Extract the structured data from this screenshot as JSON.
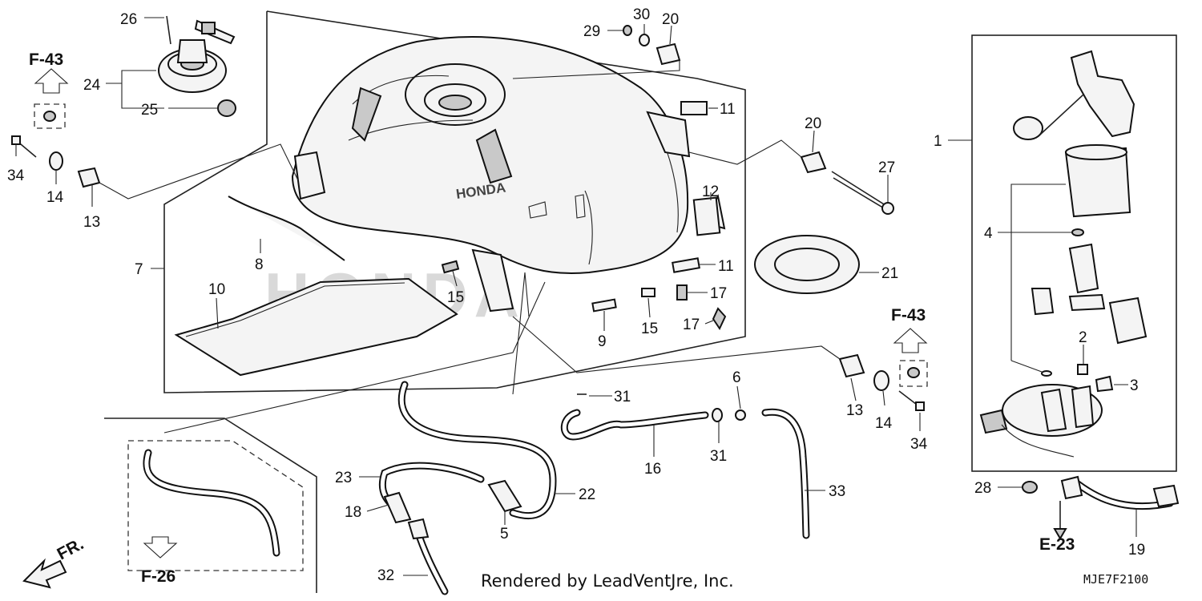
{
  "callouts": [
    {
      "id": "26",
      "text": "26"
    },
    {
      "id": "24",
      "text": "24"
    },
    {
      "id": "25",
      "text": "25"
    },
    {
      "id": "34a",
      "text": "34"
    },
    {
      "id": "14a",
      "text": "14"
    },
    {
      "id": "13a",
      "text": "13"
    },
    {
      "id": "7",
      "text": "7"
    },
    {
      "id": "8",
      "text": "8"
    },
    {
      "id": "10",
      "text": "10"
    },
    {
      "id": "15a",
      "text": "15"
    },
    {
      "id": "29",
      "text": "29"
    },
    {
      "id": "30",
      "text": "30"
    },
    {
      "id": "20a",
      "text": "20"
    },
    {
      "id": "11a",
      "text": "11"
    },
    {
      "id": "12",
      "text": "12"
    },
    {
      "id": "11b",
      "text": "11"
    },
    {
      "id": "17a",
      "text": "17"
    },
    {
      "id": "17b",
      "text": "17"
    },
    {
      "id": "9",
      "text": "9"
    },
    {
      "id": "15b",
      "text": "15"
    },
    {
      "id": "20b",
      "text": "20"
    },
    {
      "id": "27",
      "text": "27"
    },
    {
      "id": "21",
      "text": "21"
    },
    {
      "id": "1",
      "text": "1"
    },
    {
      "id": "4",
      "text": "4"
    },
    {
      "id": "2",
      "text": "2"
    },
    {
      "id": "3",
      "text": "3"
    },
    {
      "id": "28",
      "text": "28"
    },
    {
      "id": "19",
      "text": "19"
    },
    {
      "id": "6",
      "text": "6"
    },
    {
      "id": "13b",
      "text": "13"
    },
    {
      "id": "14b",
      "text": "14"
    },
    {
      "id": "34b",
      "text": "34"
    },
    {
      "id": "31a",
      "text": "31"
    },
    {
      "id": "31b",
      "text": "31"
    },
    {
      "id": "16",
      "text": "16"
    },
    {
      "id": "33",
      "text": "33"
    },
    {
      "id": "22",
      "text": "22"
    },
    {
      "id": "23",
      "text": "23"
    },
    {
      "id": "18",
      "text": "18"
    },
    {
      "id": "5",
      "text": "5"
    },
    {
      "id": "32",
      "text": "32"
    }
  ],
  "references": [
    {
      "id": "f43a",
      "text": "F-43"
    },
    {
      "id": "f43b",
      "text": "F-43"
    },
    {
      "id": "f26",
      "text": "F-26"
    },
    {
      "id": "e23",
      "text": "E-23"
    }
  ],
  "direction_label": "FR.",
  "tank_brand": "HONDA",
  "watermark": "HONDA",
  "credit": "Rendered by LeadVentJre, Inc.",
  "diagram_code": "MJE7F2100"
}
